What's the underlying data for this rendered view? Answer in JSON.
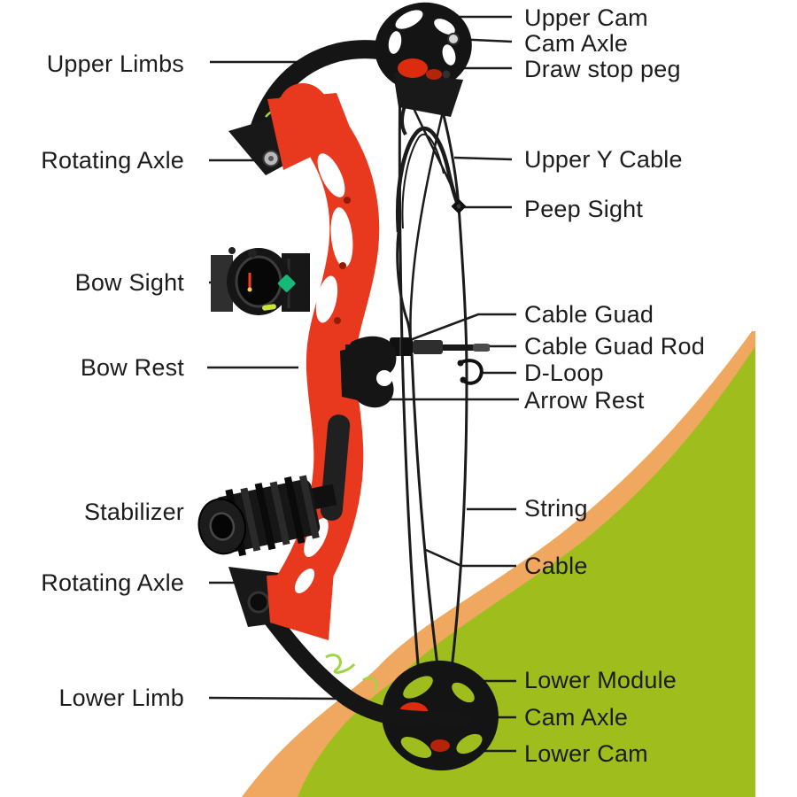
{
  "diagram": {
    "subject": "compound bow parts diagram",
    "colors": {
      "background": "#ffffff",
      "swoosh_green": "#9fbe1d",
      "swoosh_orange": "#f0a75f",
      "riser_red": "#e8391f",
      "frame_black": "#151515",
      "sight_decal_green": "#18b878",
      "label_text": "#1c1c1c",
      "leader_line": "#1c1c1c"
    }
  },
  "labels": {
    "left": [
      {
        "text": "Upper Limbs"
      },
      {
        "text": "Rotating Axle"
      },
      {
        "text": "Bow Sight"
      },
      {
        "text": "Bow Rest"
      },
      {
        "text": "Stabilizer"
      },
      {
        "text": "Rotating Axle"
      },
      {
        "text": "Lower Limb"
      }
    ],
    "right": [
      {
        "text": "Upper Cam"
      },
      {
        "text": "Cam Axle"
      },
      {
        "text": "Draw stop peg"
      },
      {
        "text": "Upper Y Cable"
      },
      {
        "text": "Peep Sight"
      },
      {
        "text": "Cable Guad"
      },
      {
        "text": "Cable Guad Rod"
      },
      {
        "text": "D-Loop"
      },
      {
        "text": "Arrow Rest"
      },
      {
        "text": "String"
      },
      {
        "text": "Cable"
      },
      {
        "text": "Lower Module"
      },
      {
        "text": "Cam Axle"
      },
      {
        "text": "Lower Cam"
      }
    ]
  }
}
